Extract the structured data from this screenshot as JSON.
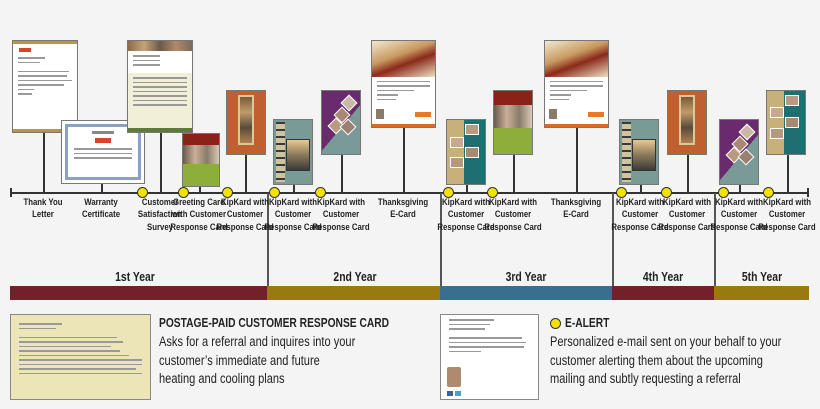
{
  "timeline": {
    "events": [
      {
        "label": "Thank You Letter",
        "ealert": false,
        "year": 1,
        "thumb": "letter"
      },
      {
        "label": "Warranty Certificate",
        "ealert": false,
        "year": 1,
        "thumb": "certificate"
      },
      {
        "label": "Customer Satisfaction Survey",
        "ealert": true,
        "year": 1,
        "thumb": "survey"
      },
      {
        "label": "Greeting Card with Customer Response Card",
        "ealert": true,
        "year": 1,
        "thumb": "greeting-card-green"
      },
      {
        "label": "KipKard with Customer Response Card",
        "ealert": true,
        "year": 1,
        "thumb": "kipkard-orange"
      },
      {
        "label": "KipKard with Customer Response Card",
        "ealert": true,
        "year": 2,
        "thumb": "kipkard-film"
      },
      {
        "label": "KipKard with Customer Response Card",
        "ealert": true,
        "year": 2,
        "thumb": "kipkard-purple"
      },
      {
        "label": "Thanksgiving E-Card",
        "ealert": false,
        "year": 2,
        "thumb": "thanksgiving-ecard"
      },
      {
        "label": "KipKard with Customer Response Card",
        "ealert": true,
        "year": 3,
        "thumb": "kipkard-teal"
      },
      {
        "label": "KipKard with Customer Response Card",
        "ealert": true,
        "year": 3,
        "thumb": "greeting-card-green"
      },
      {
        "label": "Thanksgiving E-Card",
        "ealert": false,
        "year": 3,
        "thumb": "thanksgiving-ecard"
      },
      {
        "label": "KipKard with Customer Response Card",
        "ealert": true,
        "year": 4,
        "thumb": "kipkard-film"
      },
      {
        "label": "KipKard with Customer Response Card",
        "ealert": true,
        "year": 4,
        "thumb": "kipkard-orange"
      },
      {
        "label": "KipKard with Customer Response Card",
        "ealert": true,
        "year": 5,
        "thumb": "kipkard-purple"
      },
      {
        "label": "KipKard with Customer Response Card",
        "ealert": true,
        "year": 5,
        "thumb": "kipkard-teal"
      }
    ],
    "years": [
      {
        "label": "1st Year",
        "color": "#74202a"
      },
      {
        "label": "2nd Year",
        "color": "#9a7a10"
      },
      {
        "label": "3rd Year",
        "color": "#386f8f"
      },
      {
        "label": "4th Year",
        "color": "#74202a"
      },
      {
        "label": "5th Year",
        "color": "#9a7a10"
      }
    ],
    "dot_color": "#f2e200"
  },
  "legend": {
    "response_card": {
      "title": "POSTAGE-PAID CUSTOMER RESPONSE CARD",
      "lines": [
        "Asks for a referral and inquires into your",
        "customer’s immediate and future",
        "heating and cooling plans"
      ]
    },
    "ealert": {
      "title": "E-ALERT",
      "lines": [
        "Personalized e-mail sent on your behalf to your",
        "customer alerting them about the upcoming",
        "mailing and subtly requesting a referral"
      ]
    }
  }
}
